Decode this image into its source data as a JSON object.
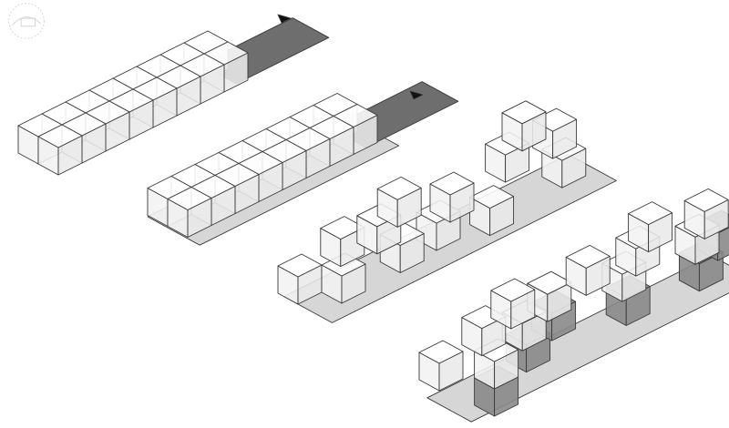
{
  "colors": {
    "stroke": "#3a3a3a",
    "cube_top": "#ffffff",
    "cube_side": "#f3f3f3",
    "cube_front": "#e9e9e9",
    "floor": "#d6d6d6",
    "dark_slab": "#6e6e6e",
    "dark_cube": "#8a8a8a",
    "arrow": "#111111"
  },
  "diagram": {
    "stages": [
      {
        "name": "stage-1-grid-massing",
        "cube_rows": 2,
        "cube_columns": 8,
        "has_dark_slab": true,
        "has_arrow": true
      },
      {
        "name": "stage-2-grid-on-floor",
        "cube_rows": 2,
        "cube_columns": 8,
        "has_dark_slab": true,
        "has_arrow": true
      },
      {
        "name": "stage-3-scattered-volumes",
        "has_dark_slab": false
      },
      {
        "name": "stage-4-volumes-with-dark-bases",
        "has_dark_slab": false
      }
    ]
  }
}
